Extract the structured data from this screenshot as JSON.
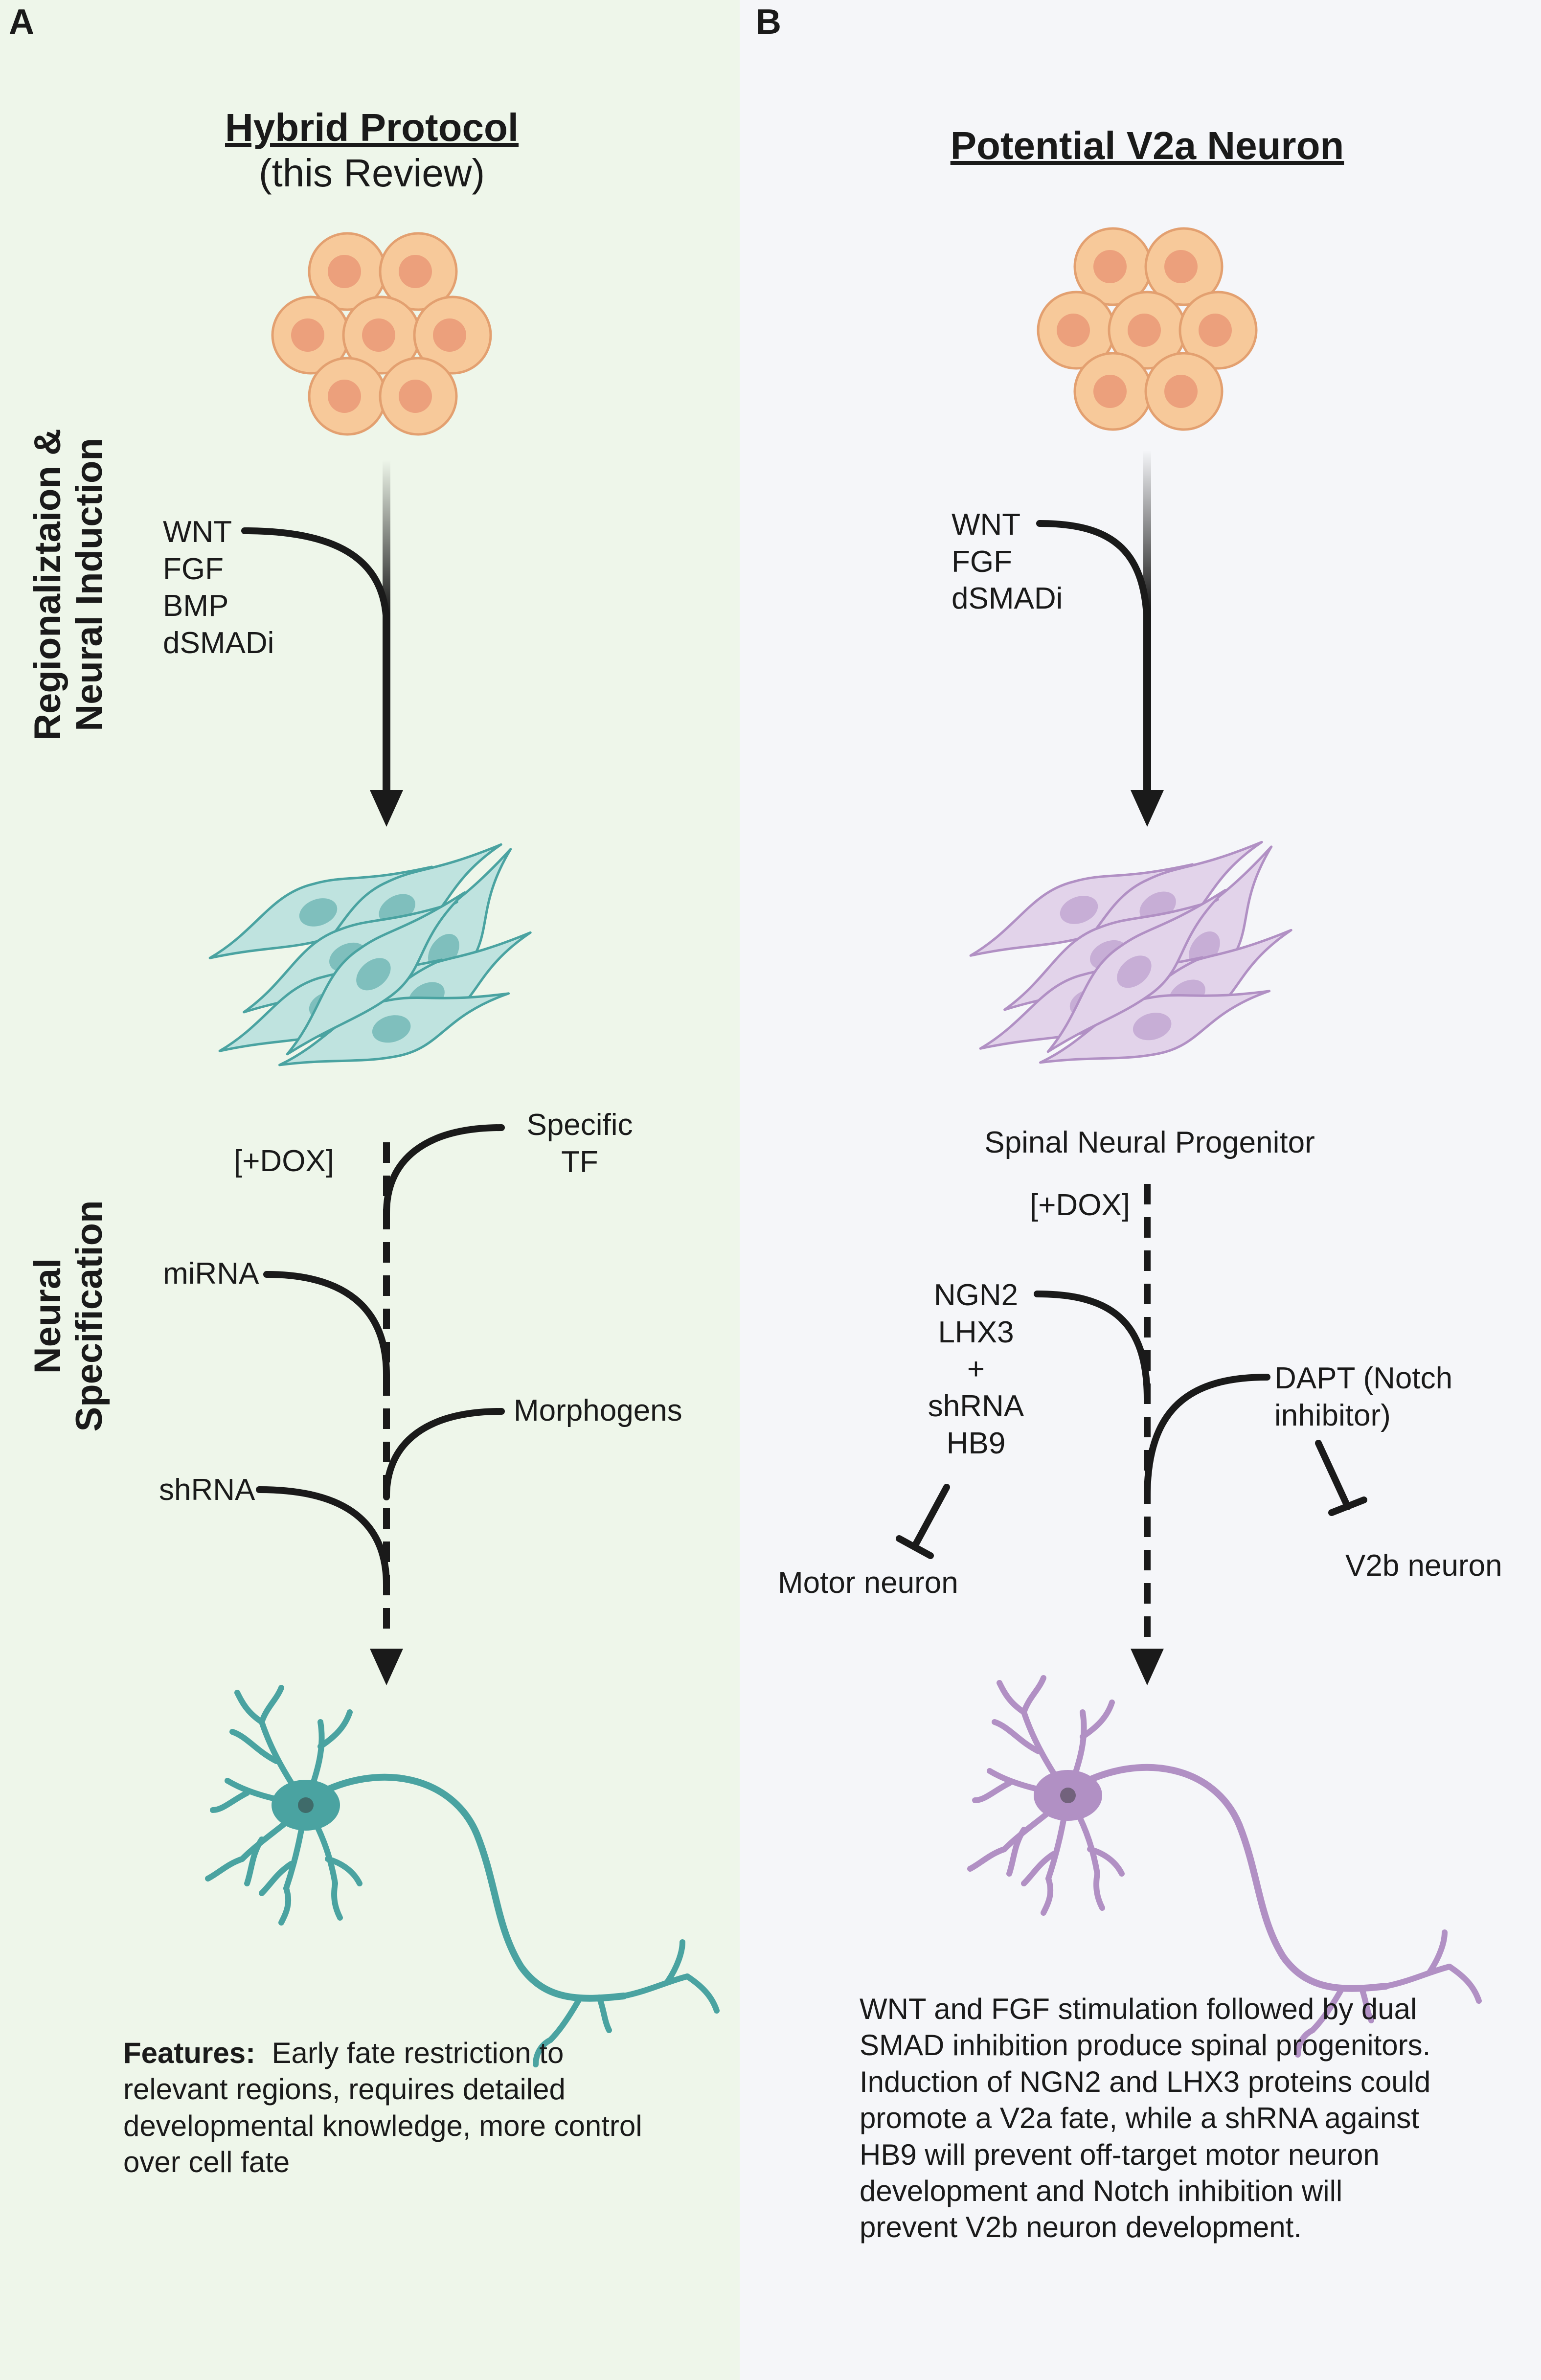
{
  "panel_a": {
    "letter": "A",
    "title": "Hybrid Protocol",
    "subtitle": "(this Review)",
    "side_label_1": {
      "line1": "Regionaliztaion &",
      "line2": "Neural Induction"
    },
    "side_label_2": {
      "line1": "Neural",
      "line2": "Specification"
    },
    "induction_factors": [
      "WNT",
      "FGF",
      "BMP",
      "dSMADi"
    ],
    "dox_label": "[+DOX]",
    "specific_tf": {
      "line1": "Specific",
      "line2": "TF"
    },
    "mirna_label": "miRNA",
    "morphogens_label": "Morphogens",
    "shrna_label": "shRNA",
    "features_heading": "Features:",
    "features_text": "Early fate restriction to relevant regions, requires detailed developmental knowledge, more control over cell fate"
  },
  "panel_b": {
    "letter": "B",
    "title": "Potential V2a Neuron",
    "induction_factors": [
      "WNT",
      "FGF",
      "dSMADi"
    ],
    "progenitor_label": "Spinal Neural Progenitor",
    "dox_label": "[+DOX]",
    "factor_stack": [
      "NGN2",
      "LHX3",
      "+",
      "shRNA",
      "HB9"
    ],
    "dapt_label": {
      "line1": "DAPT (Notch",
      "line2": "inhibitor)"
    },
    "motor_neuron_label": "Motor neuron",
    "v2b_label": "V2b neuron",
    "description": "WNT and FGF stimulation followed by dual SMAD inhibition produce spinal progenitors. Induction of NGN2 and LHX3 proteins could promote a V2a fate, while a shRNA against HB9 will prevent off-target motor neuron development and Notch inhibition will prevent V2b neuron development."
  },
  "colors": {
    "panel_a_bg": "#eef6ea",
    "panel_b_bg": "#f5f6f9",
    "stem_cell_fill": "#f7c99a",
    "stem_cell_nucleus": "#eca07c",
    "teal_progenitor": "#4aa3a1",
    "purple_progenitor": "#b190c4",
    "arrow": "#1a1a1a"
  }
}
